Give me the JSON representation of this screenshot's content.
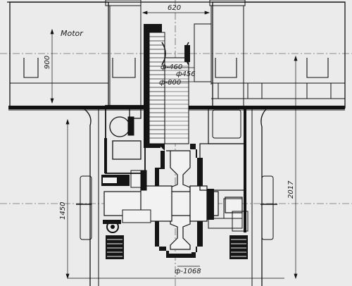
{
  "drawing": {
    "component_label": "Motor",
    "dimensions": {
      "width_620": "620",
      "height_900": "900",
      "dia_460": "ф-460",
      "dia_456": "ф456",
      "dia_800": "ф-800",
      "height_1450": "1450",
      "height_2017": "2017",
      "dia_1068": "ф-1068"
    }
  },
  "colors": {
    "paper": "#ebebeb",
    "ink": "#111111",
    "fill_dark": "#151515",
    "fill_light": "#f2f2f2"
  }
}
